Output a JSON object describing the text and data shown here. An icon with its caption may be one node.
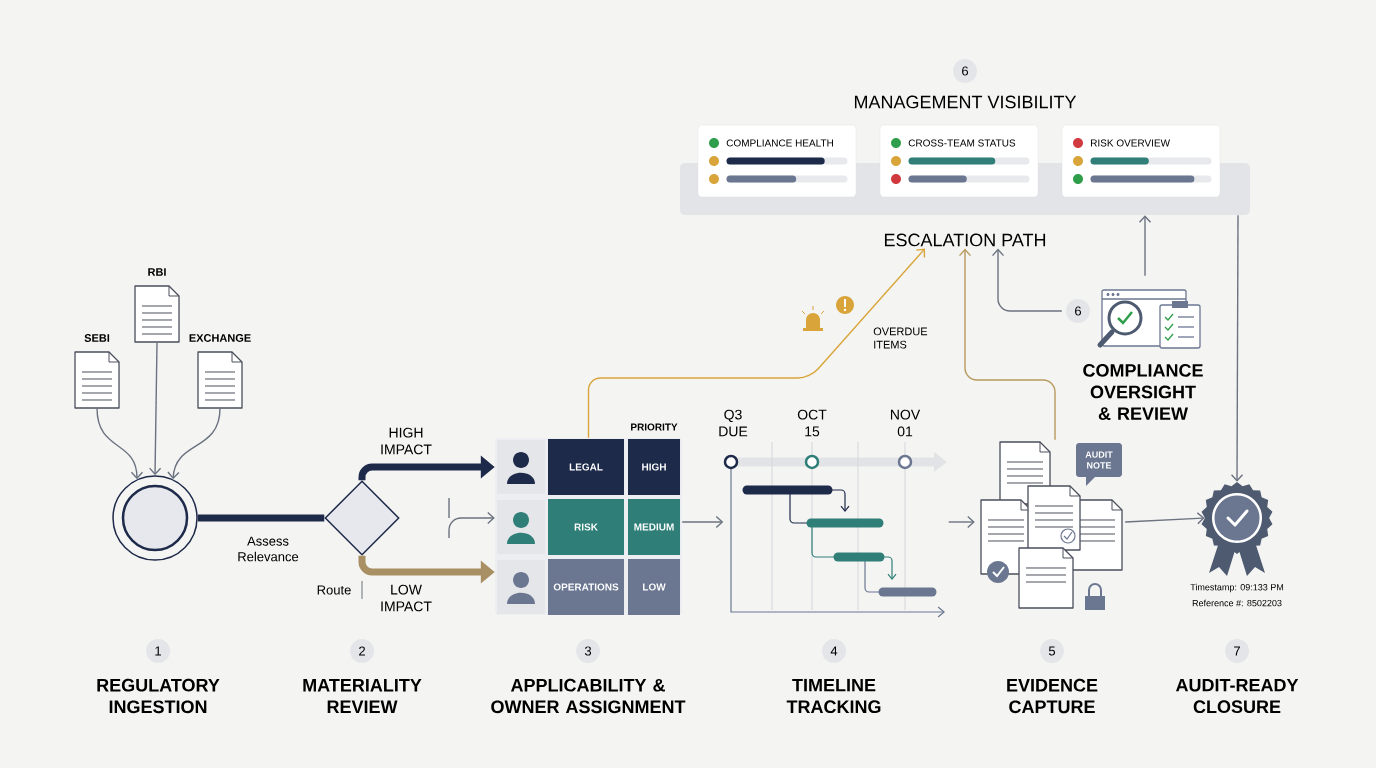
{
  "diagram": {
    "nodes": [
      {
        "text": [
          "6",
          "MANAGEMENT VISIBILITY"
        ]
      },
      {
        "text": [
          "COMPLIANCE HEALTH"
        ],
        "in": 0
      },
      {
        "text": [
          "CROSS-TEAM STATUS"
        ],
        "in": 0
      },
      {
        "text": [
          "RISK OVERVIEW"
        ],
        "in": 0
      },
      {
        "text": [
          "ESCALATION PATH"
        ]
      },
      {
        "text": [
          "SEBI"
        ]
      },
      {
        "text": [
          "RBI"
        ]
      },
      {
        "text": [
          "EXCHANGE"
        ]
      },
      {
        "text": [],
        "shape": "circle"
      },
      {
        "text": [],
        "shape": "diamond"
      },
      {
        "text": [
          "PRIORITY"
        ]
      },
      {
        "text": [
          "LEGAL"
        ],
        "in": 10
      },
      {
        "text": [
          "HIGH"
        ],
        "in": 10
      },
      {
        "text": [
          "RISK"
        ],
        "in": 10
      },
      {
        "text": [
          "MEDIUM"
        ],
        "in": 10
      },
      {
        "text": [
          "OPERATIONS"
        ],
        "in": 10
      },
      {
        "text": [
          "LOW"
        ],
        "in": 10
      },
      {
        "text": [
          "Q3 DUE",
          "OCT 15",
          "NOV 01"
        ]
      },
      {
        "text": [
          "AUDIT NOTE"
        ]
      },
      {
        "text": [
          "COMPLIANCE OVERSIGHT & REVIEW"
        ],
        "beside": [
          "6"
        ]
      },
      {
        "text": [],
        "shape": "badge",
        "beside": [
          "Timestamp: 09:133 PM",
          "Reference #: 8502203"
        ]
      }
    ],
    "edges": [
      {
        "from": 5,
        "to": 8,
        "arrow": "to"
      },
      {
        "from": 6,
        "to": 8,
        "arrow": "to"
      },
      {
        "from": 7,
        "to": 8,
        "arrow": "to"
      },
      {
        "from": 8,
        "to": 9,
        "arrow": "none",
        "label": "Assess Relevance",
        "style": "thick",
        "color": "#1e2a4a"
      },
      {
        "from": 9,
        "to": 10,
        "arrow": "to",
        "label": "HIGH IMPACT",
        "style": "thick",
        "color": "#1e2a4a"
      },
      {
        "from": 9,
        "to": 10,
        "arrow": "to",
        "label": "LOW IMPACT",
        "style": "thick",
        "color": "#a89064"
      },
      {
        "from": 10,
        "to": 17,
        "arrow": "to"
      },
      {
        "from": 17,
        "to": 18,
        "arrow": "to"
      },
      {
        "from": 18,
        "to": 20,
        "arrow": "to"
      },
      {
        "from": 10,
        "to": 4,
        "arrow": "to",
        "label": "OVERDUE ITEMS",
        "color": "#d9a43a"
      },
      {
        "from": 18,
        "to": 4,
        "arrow": "to",
        "color": "#b89a5e"
      },
      {
        "from": 19,
        "to": 4,
        "arrow": "to"
      },
      {
        "from": 19,
        "to": 0,
        "arrow": "to"
      },
      {
        "from": 0,
        "to": 20,
        "arrow": "to"
      },
      {
        "from": null,
        "to": 10,
        "arrow": "to"
      }
    ],
    "labels": [
      "Route",
      "1",
      "REGULATORY INGESTION",
      "2",
      "MATERIALITY REVIEW",
      "3",
      "APPLICABILITY & OWNER ASSIGNMENT",
      "4",
      "TIMELINE TRACKING",
      "5",
      "EVIDENCE CAPTURE",
      "7",
      "AUDIT-READY CLOSURE"
    ]
  }
}
